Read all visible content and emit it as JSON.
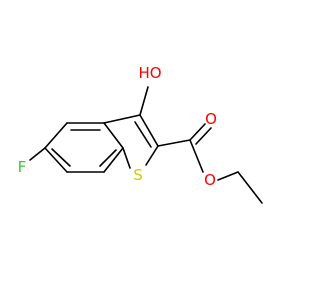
{
  "molecule": {
    "labels": {
      "fluorine": "F",
      "sulfur": "S",
      "hydroxyl": "HO",
      "carbonyl_oxygen": "O",
      "ester_oxygen": "O"
    },
    "colors": {
      "bond": "#000000",
      "fluorine": "#33cc33",
      "sulfur": "#cccc00",
      "oxygen": "#ff0000"
    }
  }
}
